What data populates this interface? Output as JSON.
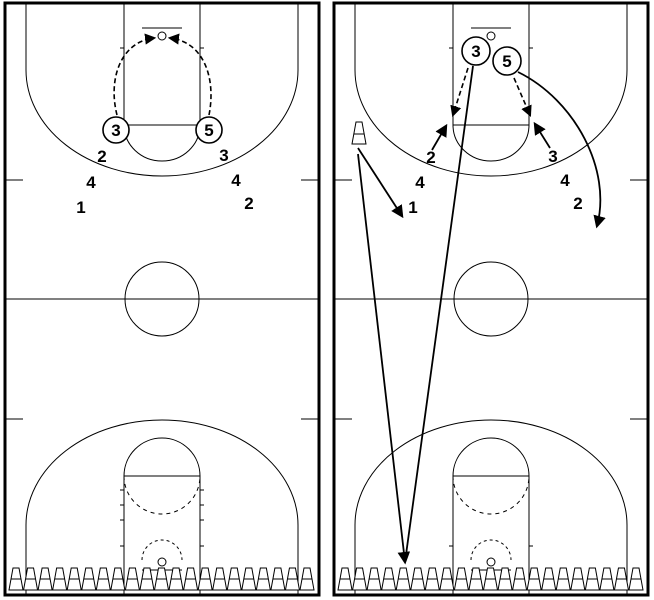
{
  "left_court": {
    "players_circled": [
      "3",
      "5"
    ],
    "line_left": [
      "2",
      "4",
      "1"
    ],
    "line_right": [
      "3",
      "4",
      "2"
    ]
  },
  "right_court": {
    "players_circled": [
      "3",
      "5"
    ],
    "line_left": [
      "2",
      "4",
      "1"
    ],
    "line_right": [
      "3",
      "4",
      "2"
    ]
  },
  "colors": {
    "lines": "#000000",
    "background": "#ffffff"
  }
}
